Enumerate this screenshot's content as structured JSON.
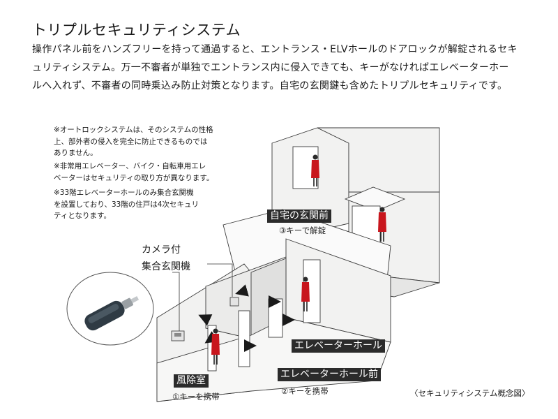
{
  "title": "トリプルセキュリティシステム",
  "description": [
    "操作パネル前をハンズフリーを持って通過すると、エントランス・ELVホールのドアロックが解錠されるセキ",
    "ュリティシステム。万一不審者が単独でエントランス内に侵入できても、キーがなければエレベーターホー",
    "ルへ入れず、不審者の同時乗込み防止対策となります。自宅の玄関鍵も含めたトリプルセキュリティです。"
  ],
  "notes": [
    [
      "※オートロックシステムは、そのシステムの性格",
      "上、部外者の侵入を完全に防止できるものでは",
      "ありません。"
    ],
    [
      "※非常用エレベーター、バイク・自転車用エレ",
      "ベーターはセキュリティの取り方が異なります。"
    ],
    [
      "※33階エレベーターホールのみ集合玄関機",
      "を設置しており、33階の住戸は4次セキュリ",
      "ティとなります。"
    ]
  ],
  "labels": {
    "camera": [
      "カメラ付",
      "集合玄関機"
    ],
    "home_entrance": {
      "title": "自宅の玄関前",
      "sub": "③キーで解錠"
    },
    "elevator_hall": {
      "title": "エレベーターホール"
    },
    "elevator_hall_front": {
      "title": "エレベーターホール前",
      "sub": "②キーを携帯"
    },
    "vestibule": {
      "title": "風除室",
      "sub": "①キーを携帯"
    }
  },
  "caption": "〈セキュリティシステム概念図〉",
  "colors": {
    "accent": "#c8161d",
    "label_bg": "#2b2b2b",
    "line": "#333333",
    "wall": "#f0f0ef"
  },
  "icons": [
    "key-fob-icon",
    "arrow-icon",
    "person-icon",
    "intercom-panel-icon"
  ]
}
